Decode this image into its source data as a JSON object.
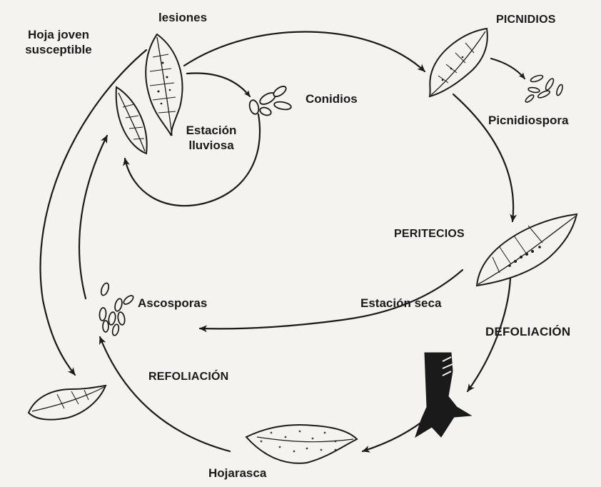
{
  "labels": {
    "hoja_joven_line1": "Hoja joven",
    "hoja_joven_line2": "susceptible",
    "lesiones": "lesiones",
    "conidios": "Conidios",
    "estacion_lluviosa_line1": "Estación",
    "estacion_lluviosa_line2": "lluviosa",
    "picnidios": "PICNIDIOS",
    "picnidiospora": "Picnidiospora",
    "peritecios": "PERITECIOS",
    "estacion_seca": "Estación seca",
    "defoliacion": "DEFOLIACIÓN",
    "ascosporas": "Ascosporas",
    "refoliacion": "REFOLIACIÓN",
    "hojarasca": "Hojarasca"
  },
  "colors": {
    "ink": "#1a1a1a",
    "paper": "#f4f3f0"
  }
}
